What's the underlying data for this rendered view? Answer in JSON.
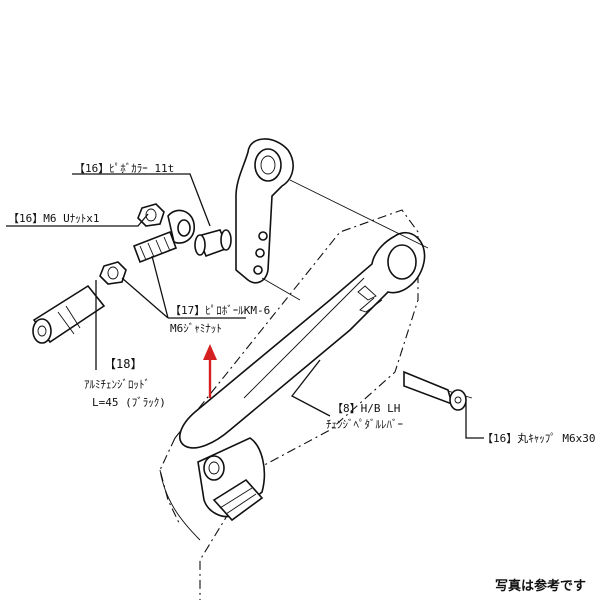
{
  "labels": {
    "pivot_collar": "【16】ﾋﾟﾎﾞｶﾗｰ 11t",
    "nut": "【16】M6 Uﾅｯﾄx1",
    "pillow_ball": "【17】ﾋﾟﾛﾎﾞｰﾙKM-6",
    "jam_nut": "M6ｼﾞｬﾐﾅｯﾄ",
    "rod_no": "【18】",
    "rod_name": "ｱﾙﾐﾁｪﾝｼﾞﾛｯﾄﾞ",
    "rod_length": "L=45 (ﾌﾞﾗｯｸ)",
    "pedal_no": "【8】H/B LH",
    "pedal_name": "ﾁｪﾝｼﾞﾍﾟﾀﾞﾙﾚﾊﾞｰ",
    "cap_bolt": "【16】丸ｷｬｯﾌﾟ M6x30"
  },
  "note": "写真は参考です",
  "colors": {
    "arrow": "#d42020",
    "ink": "#111111"
  }
}
